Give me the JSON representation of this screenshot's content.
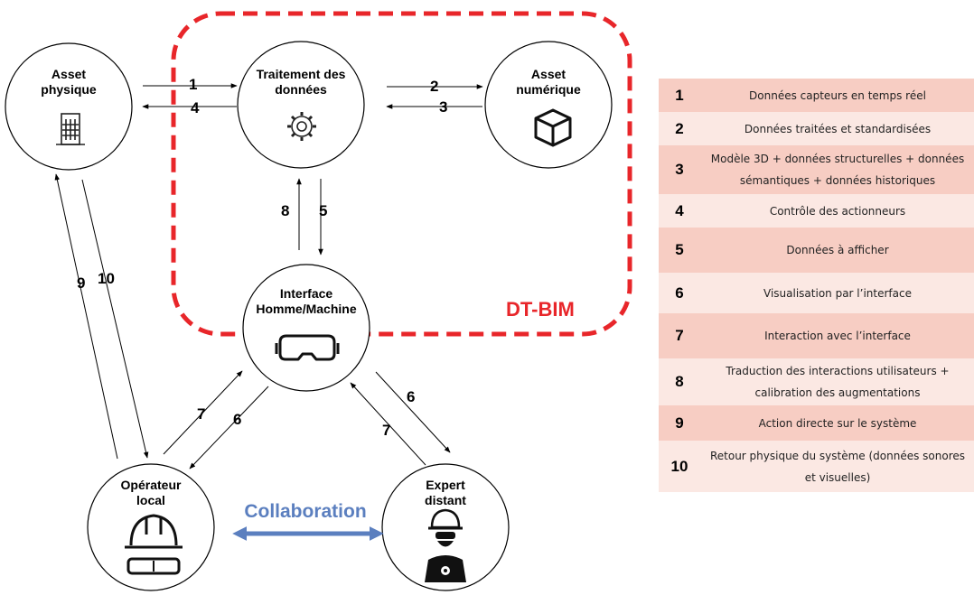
{
  "nodes": {
    "asset_physique": [
      "Asset",
      "physique"
    ],
    "traitement": [
      "Traitement des",
      "données"
    ],
    "asset_numerique": [
      "Asset",
      "numérique"
    ],
    "interface": [
      "Interface",
      "Homme/Machine"
    ],
    "operateur": [
      "Opérateur",
      "local"
    ],
    "expert": [
      "Expert",
      "distant"
    ]
  },
  "group_label": "DT-BIM",
  "collaboration_label": "Collaboration",
  "arrow_labels": {
    "a1": "1",
    "a4": "4",
    "a2": "2",
    "a3": "3",
    "a8": "8",
    "a5": "5",
    "a9": "9",
    "a10": "10",
    "a7_left": "7",
    "a6_left": "6",
    "a6_right": "6",
    "a7_right": "7"
  },
  "legend": [
    {
      "num": "1",
      "text": "Données capteurs en temps réel"
    },
    {
      "num": "2",
      "text": "Données traitées et standardisées"
    },
    {
      "num": "3",
      "text": "Modèle 3D + données structurelles + données sémantiques + données historiques"
    },
    {
      "num": "4",
      "text": "Contrôle des actionneurs"
    },
    {
      "num": "5",
      "text": "Données à afficher"
    },
    {
      "num": "6",
      "text": "Visualisation par l’interface"
    },
    {
      "num": "7",
      "text": "Interaction avec l’interface"
    },
    {
      "num": "8",
      "text": "Traduction des interactions utilisateurs + calibration des augmentations"
    },
    {
      "num": "9",
      "text": "Action directe sur le système"
    },
    {
      "num": "10",
      "text": "Retour physique du système (données sonores et visuelles)"
    }
  ],
  "colors": {
    "group_border": "#e8262a",
    "collaboration": "#5b7fbf",
    "legend_odd": "#f7cdc3",
    "legend_even": "#fbe8e3"
  },
  "icons": {
    "asset_physique": "building-icon",
    "traitement": "gear-icon",
    "asset_numerique": "cube-icon",
    "interface": "vr-headset-icon",
    "operateur": "hard-hat-goggles-icon",
    "expert": "engineer-icon"
  }
}
